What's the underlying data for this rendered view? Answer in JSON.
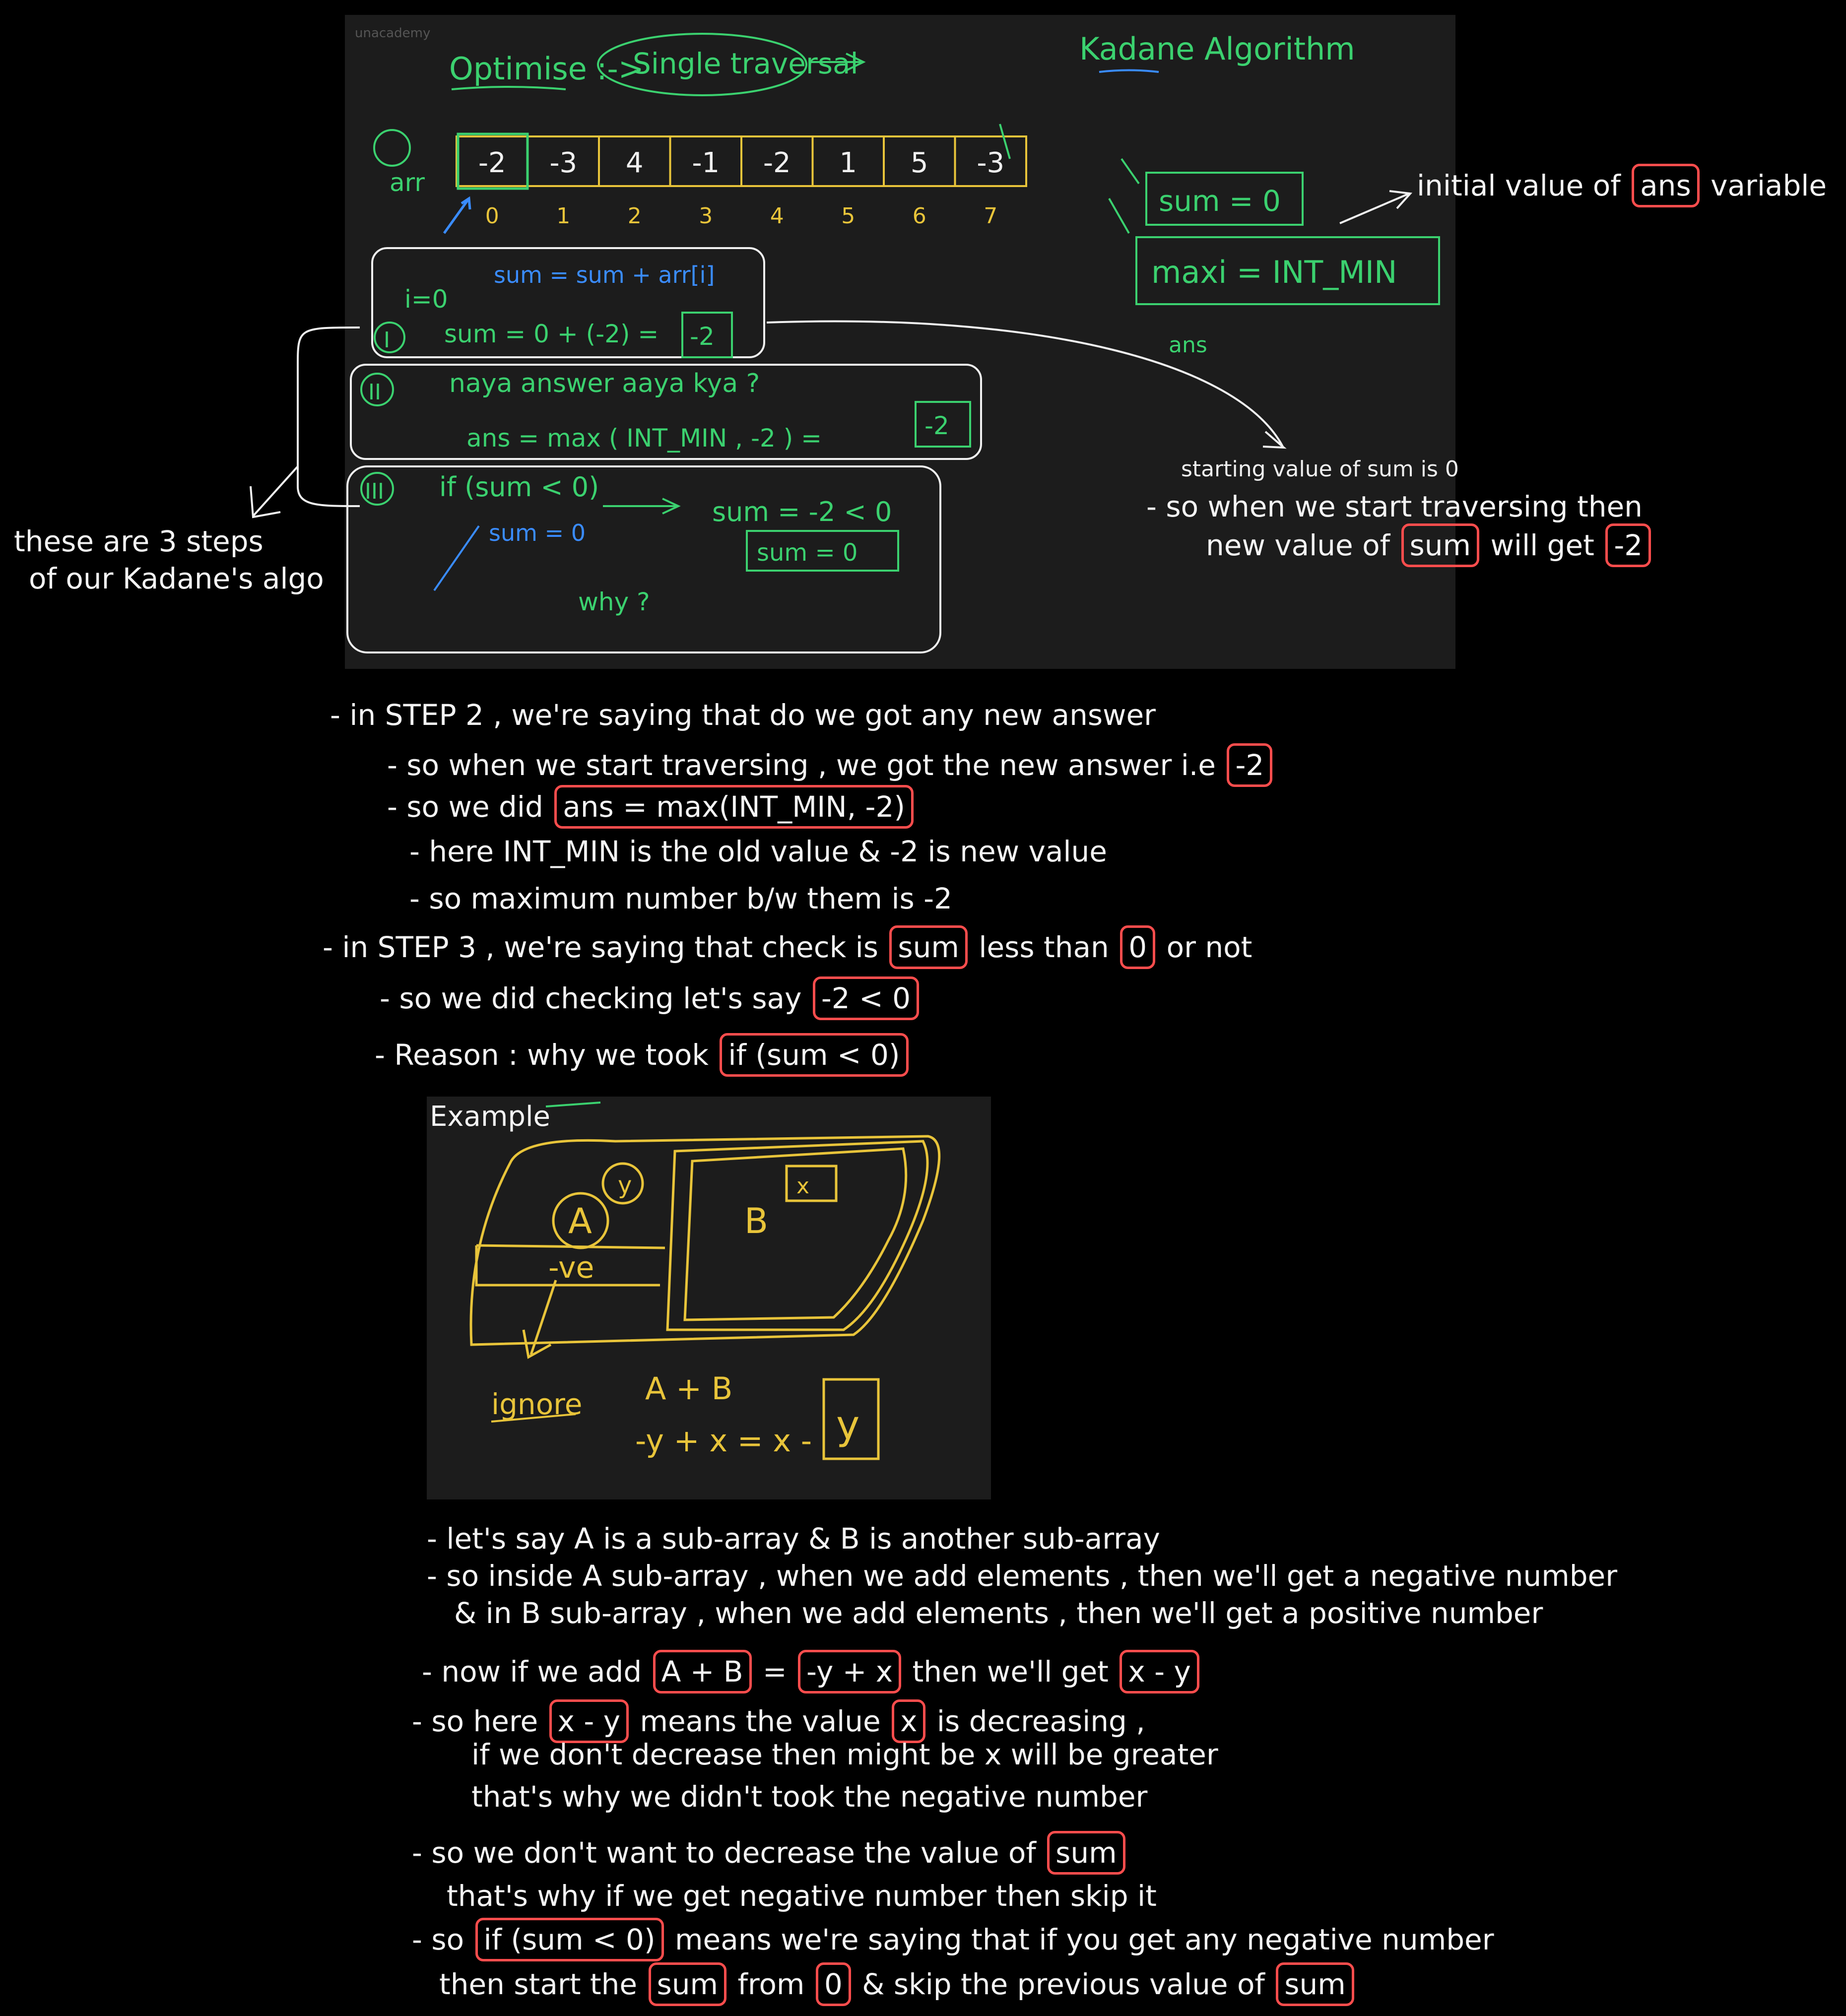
{
  "lecture": {
    "watermark": "unacademy",
    "title": {
      "optimise": "Optimise :->",
      "single": "Single traversal",
      "kadane": "Kadane Algorithm"
    },
    "array_label": "arr",
    "array": [
      "-2",
      "-3",
      "4",
      "-1",
      "-2",
      "1",
      "5",
      "-3"
    ],
    "indices": [
      "0",
      "1",
      "2",
      "3",
      "4",
      "5",
      "6",
      "7"
    ],
    "sum_init": "sum = 0",
    "maxi_init": "maxi = INT_MIN",
    "ans_label": "ans",
    "step1": {
      "num": "I",
      "i0": "i=0",
      "formula": "sum = sum + arr[i]",
      "calc": "sum = 0 + (-2) =",
      "result": "-2"
    },
    "step2": {
      "num": "II",
      "text": "naya answer aaya kya ?",
      "calc": "ans = max ( INT_MIN , -2 ) =",
      "result": "-2"
    },
    "step3": {
      "num": "III",
      "cond": "if (sum < 0)",
      "assign": "sum = 0",
      "check": "sum = -2 < 0",
      "boxed": "sum = 0",
      "why": "why ?"
    }
  },
  "annotations": {
    "initial_prefix": "initial value of",
    "initial_box": "ans",
    "initial_suffix": "variable",
    "three_steps_1": "these are 3 steps",
    "three_steps_2": "of our Kadane's algo",
    "starting": "starting value of sum is 0",
    "traverse_1": "- so when we start traversing then",
    "traverse_2_prefix": "new value of",
    "traverse_2_box": "sum",
    "traverse_2_mid": "will get",
    "traverse_2_box2": "-2"
  },
  "notes": {
    "step2_head": "- in STEP 2 , we're saying that do we got any new answer",
    "step2_a_prefix": "- so when we start traversing , we got the new answer i.e",
    "step2_a_box": "-2",
    "step2_b_prefix": "- so we did",
    "step2_b_box": "ans = max(INT_MIN, -2)",
    "step2_c": "- here INT_MIN is the old value & -2 is new value",
    "step2_d": "- so maximum number b/w them is -2",
    "step3_head_prefix": "- in STEP 3 , we're saying that check is",
    "step3_head_box1": "sum",
    "step3_head_mid": "less than",
    "step3_head_box2": "0",
    "step3_head_suffix": "or not",
    "step3_a_prefix": "- so we did checking let's say",
    "step3_a_box": "-2 < 0",
    "step3_b_prefix": "- Reason : why we took",
    "step3_b_box": "if (sum < 0)"
  },
  "example": {
    "label": "Example",
    "A": "A",
    "B": "B",
    "neg": "-ve",
    "y": "y",
    "x": "x",
    "ignore": "ignore",
    "aplusb": "A + B",
    "eq_left": "-y + x = x -",
    "eq_box": "y"
  },
  "explain": {
    "l1": "- let's say A is a sub-array & B is another sub-array",
    "l2": "- so inside A sub-array , when we add elements , then we'll get a negative number",
    "l3": "& in B sub-array , when we add elements , then we'll get a positive number",
    "l4_prefix": "- now if we add",
    "l4_box1": "A + B",
    "l4_eq": "=",
    "l4_box2": "-y + x",
    "l4_mid": "then we'll get",
    "l4_box3": "x - y",
    "l5_prefix": "- so here",
    "l5_box1": "x - y",
    "l5_mid": "means the value",
    "l5_box2": "x",
    "l5_suffix": "is decreasing ,",
    "l6": "if we don't decrease then might be x will be greater",
    "l7": "that's why we didn't took the negative number",
    "l8_prefix": "- so we don't want to decrease the value of",
    "l8_box": "sum",
    "l9": "that's why if we get negative number then skip it",
    "l10_prefix": "- so",
    "l10_box": "if (sum < 0)",
    "l10_suffix": "means we're saying that if you get any negative number",
    "l11_prefix": "then start the",
    "l11_box1": "sum",
    "l11_mid": "from",
    "l11_box2": "0",
    "l11_mid2": "& skip the previous value of",
    "l11_box3": "sum"
  }
}
